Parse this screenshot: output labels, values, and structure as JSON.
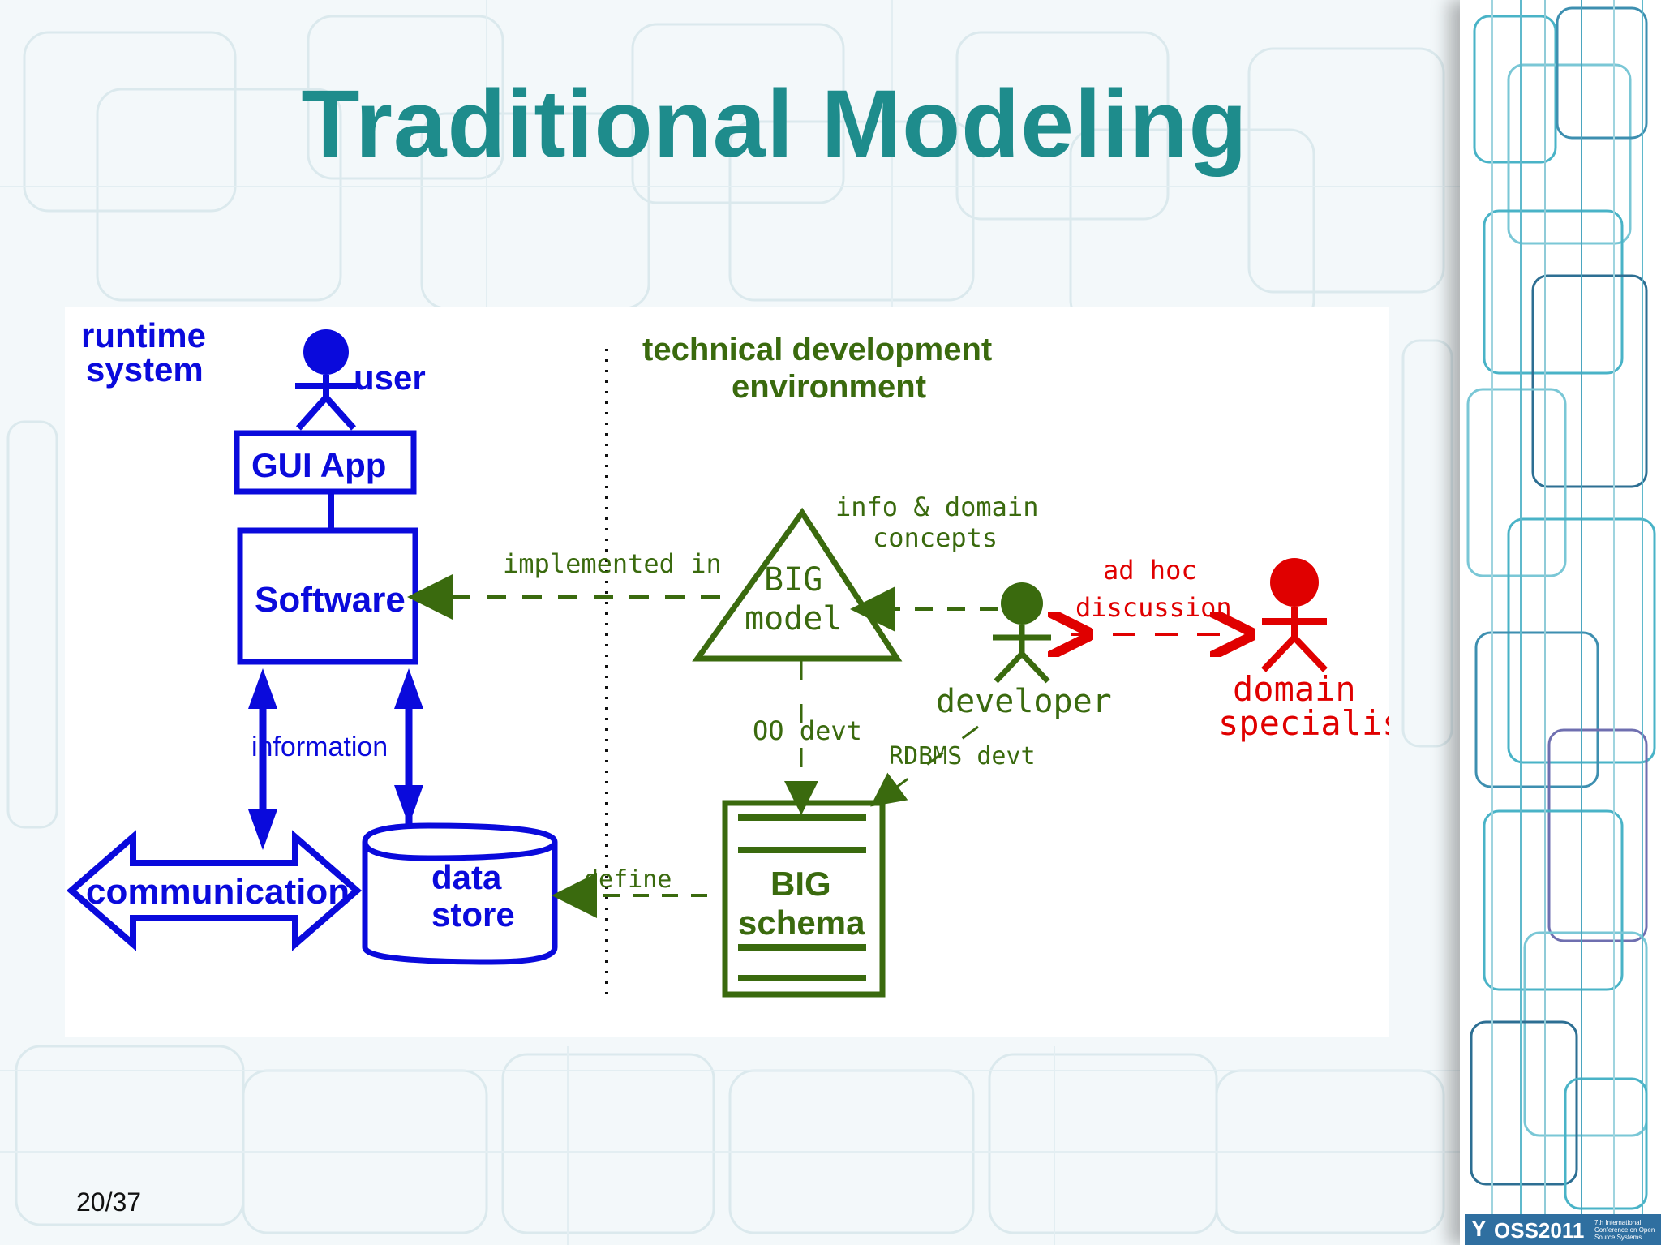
{
  "slide": {
    "title": "Traditional Modeling",
    "page_number": "20/37"
  },
  "diagram": {
    "runtime_label_line1": "runtime",
    "runtime_label_line2": "system",
    "user_label": "user",
    "gui_app": "GUI  App",
    "software": "Software",
    "information": "information",
    "communication": "communication",
    "data_store_line1": "data",
    "data_store_line2": "store",
    "tech_env_line1": "technical development",
    "tech_env_line2": "environment",
    "implemented_in": "implemented in",
    "big_model_line1": "BIG",
    "big_model_line2": "model",
    "info_domain_line1": "info & domain",
    "info_domain_line2": "concepts",
    "ad_hoc_line1": "ad hoc",
    "ad_hoc_line2": "discussion",
    "developer": "developer",
    "domain_specialist_line1": "domain",
    "domain_specialist_line2": "specialist",
    "oo_devt": "OO devt",
    "rdbms_devt": "RDBMS devt",
    "define": "define",
    "big_schema_line1": "BIG",
    "big_schema_line2": "schema"
  },
  "logo": {
    "text": "OSS2011",
    "subtext": "7th International Conference on Open Source Systems"
  },
  "colors": {
    "title": "#1e8c8c",
    "runtime_blue": "#0a0adc",
    "dev_green": "#3a6a0e",
    "specialist_red": "#e00000"
  }
}
